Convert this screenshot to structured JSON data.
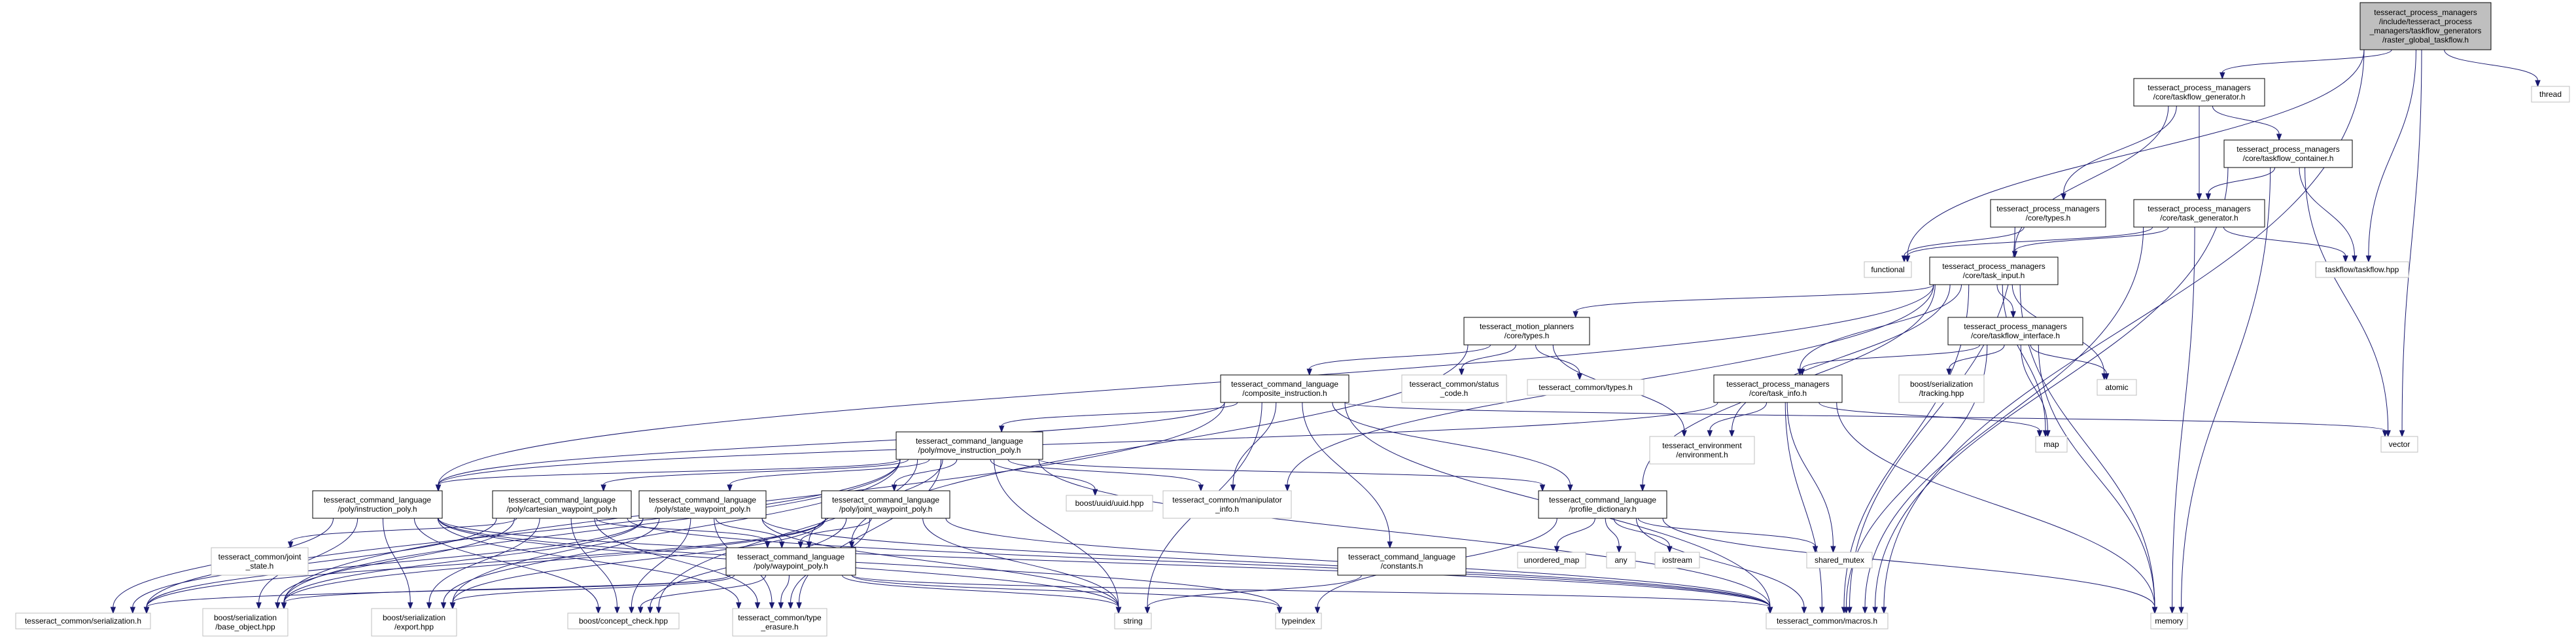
{
  "nodes": [
    {
      "id": "root",
      "lines": [
        "tesseract_process_managers",
        "/include/tesseract_process",
        "_managers/taskflow_generators",
        "/raster_global_taskflow.h"
      ],
      "style": "root"
    },
    {
      "id": "taskflow_generator",
      "lines": [
        "tesseract_process_managers",
        "/core/taskflow_generator.h"
      ],
      "style": "boxed"
    },
    {
      "id": "thread",
      "lines": [
        "thread"
      ],
      "style": "plain"
    },
    {
      "id": "taskflow_container",
      "lines": [
        "tesseract_process_managers",
        "/core/taskflow_container.h"
      ],
      "style": "boxed"
    },
    {
      "id": "core_types",
      "lines": [
        "tesseract_process_managers",
        "/core/types.h"
      ],
      "style": "boxed"
    },
    {
      "id": "task_generator",
      "lines": [
        "tesseract_process_managers",
        "/core/task_generator.h"
      ],
      "style": "boxed"
    },
    {
      "id": "functional",
      "lines": [
        "functional"
      ],
      "style": "plain"
    },
    {
      "id": "task_input",
      "lines": [
        "tesseract_process_managers",
        "/core/task_input.h"
      ],
      "style": "boxed"
    },
    {
      "id": "taskflow_hpp",
      "lines": [
        "taskflow/taskflow.hpp"
      ],
      "style": "plain"
    },
    {
      "id": "motion_types",
      "lines": [
        "tesseract_motion_planners",
        "/core/types.h"
      ],
      "style": "boxed"
    },
    {
      "id": "taskflow_interface",
      "lines": [
        "tesseract_process_managers",
        "/core/taskflow_interface.h"
      ],
      "style": "boxed"
    },
    {
      "id": "status_code",
      "lines": [
        "tesseract_common/status",
        "_code.h"
      ],
      "style": "plain"
    },
    {
      "id": "common_types",
      "lines": [
        "tesseract_common/types.h"
      ],
      "style": "plain"
    },
    {
      "id": "tracking",
      "lines": [
        "boost/serialization",
        "/tracking.hpp"
      ],
      "style": "plain"
    },
    {
      "id": "atomic",
      "lines": [
        "atomic"
      ],
      "style": "plain"
    },
    {
      "id": "composite",
      "lines": [
        "tesseract_command_language",
        "/composite_instruction.h"
      ],
      "style": "boxed"
    },
    {
      "id": "task_info",
      "lines": [
        "tesseract_process_managers",
        "/core/task_info.h"
      ],
      "style": "boxed"
    },
    {
      "id": "vector",
      "lines": [
        "vector"
      ],
      "style": "plain"
    },
    {
      "id": "environment",
      "lines": [
        "tesseract_environment",
        "/environment.h"
      ],
      "style": "plain"
    },
    {
      "id": "map",
      "lines": [
        "map"
      ],
      "style": "plain"
    },
    {
      "id": "move_instruction",
      "lines": [
        "tesseract_command_language",
        "/poly/move_instruction_poly.h"
      ],
      "style": "boxed"
    },
    {
      "id": "uuid",
      "lines": [
        "boost/uuid/uuid.hpp"
      ],
      "style": "plain"
    },
    {
      "id": "manipulator_info",
      "lines": [
        "tesseract_common/manipulator",
        "_info.h"
      ],
      "style": "plain"
    },
    {
      "id": "instruction_poly",
      "lines": [
        "tesseract_command_language",
        "/poly/instruction_poly.h"
      ],
      "style": "boxed"
    },
    {
      "id": "cartesian_waypoint",
      "lines": [
        "tesseract_command_language",
        "/poly/cartesian_waypoint_poly.h"
      ],
      "style": "boxed"
    },
    {
      "id": "state_waypoint",
      "lines": [
        "tesseract_command_language",
        "/poly/state_waypoint_poly.h"
      ],
      "style": "boxed"
    },
    {
      "id": "joint_waypoint",
      "lines": [
        "tesseract_command_language",
        "/poly/joint_waypoint_poly.h"
      ],
      "style": "boxed"
    },
    {
      "id": "profile_dictionary",
      "lines": [
        "tesseract_command_language",
        "/profile_dictionary.h"
      ],
      "style": "boxed"
    },
    {
      "id": "joint_state",
      "lines": [
        "tesseract_common/joint",
        "_state.h"
      ],
      "style": "plain"
    },
    {
      "id": "waypoint_poly",
      "lines": [
        "tesseract_command_language",
        "/poly/waypoint_poly.h"
      ],
      "style": "boxed"
    },
    {
      "id": "constants",
      "lines": [
        "tesseract_command_language",
        "/constants.h"
      ],
      "style": "boxed"
    },
    {
      "id": "unordered_map",
      "lines": [
        "unordered_map"
      ],
      "style": "plain"
    },
    {
      "id": "any",
      "lines": [
        "any"
      ],
      "style": "plain"
    },
    {
      "id": "iostream",
      "lines": [
        "iostream"
      ],
      "style": "plain"
    },
    {
      "id": "shared_mutex",
      "lines": [
        "shared_mutex"
      ],
      "style": "plain"
    },
    {
      "id": "serialization",
      "lines": [
        "tesseract_common/serialization.h"
      ],
      "style": "plain"
    },
    {
      "id": "base_object",
      "lines": [
        "boost/serialization",
        "/base_object.hpp"
      ],
      "style": "plain"
    },
    {
      "id": "export",
      "lines": [
        "boost/serialization",
        "/export.hpp"
      ],
      "style": "plain"
    },
    {
      "id": "concept_check",
      "lines": [
        "boost/concept_check.hpp"
      ],
      "style": "plain"
    },
    {
      "id": "type_erasure",
      "lines": [
        "tesseract_common/type",
        "_erasure.h"
      ],
      "style": "plain"
    },
    {
      "id": "string",
      "lines": [
        "string"
      ],
      "style": "plain"
    },
    {
      "id": "typeindex",
      "lines": [
        "typeindex"
      ],
      "style": "plain"
    },
    {
      "id": "macros",
      "lines": [
        "tesseract_common/macros.h"
      ],
      "style": "plain"
    },
    {
      "id": "memory",
      "lines": [
        "memory"
      ],
      "style": "plain"
    }
  ],
  "edges": [
    [
      "root",
      "taskflow_generator"
    ],
    [
      "root",
      "thread"
    ],
    [
      "root",
      "functional"
    ],
    [
      "root",
      "taskflow_hpp"
    ],
    [
      "root",
      "vector"
    ],
    [
      "root",
      "macros"
    ],
    [
      "taskflow_generator",
      "taskflow_container"
    ],
    [
      "taskflow_generator",
      "core_types"
    ],
    [
      "taskflow_generator",
      "task_generator"
    ],
    [
      "taskflow_generator",
      "task_input"
    ],
    [
      "taskflow_container",
      "task_generator"
    ],
    [
      "taskflow_container",
      "taskflow_hpp"
    ],
    [
      "taskflow_container",
      "vector"
    ],
    [
      "taskflow_container",
      "macros"
    ],
    [
      "taskflow_container",
      "memory"
    ],
    [
      "core_types",
      "functional"
    ],
    [
      "core_types",
      "macros"
    ],
    [
      "task_generator",
      "functional"
    ],
    [
      "task_generator",
      "task_input"
    ],
    [
      "task_generator",
      "taskflow_hpp"
    ],
    [
      "task_generator",
      "macros"
    ],
    [
      "task_generator",
      "memory"
    ],
    [
      "task_input",
      "motion_types"
    ],
    [
      "task_input",
      "taskflow_interface"
    ],
    [
      "task_input",
      "task_info"
    ],
    [
      "task_input",
      "atomic"
    ],
    [
      "task_input",
      "environment"
    ],
    [
      "task_input",
      "map"
    ],
    [
      "task_input",
      "manipulator_info"
    ],
    [
      "task_input",
      "instruction_poly"
    ],
    [
      "task_input",
      "profile_dictionary"
    ],
    [
      "task_input",
      "macros"
    ],
    [
      "task_input",
      "memory"
    ],
    [
      "motion_types",
      "composite"
    ],
    [
      "motion_types",
      "status_code"
    ],
    [
      "motion_types",
      "common_types"
    ],
    [
      "motion_types",
      "environment"
    ],
    [
      "motion_types",
      "waypoint_poly"
    ],
    [
      "taskflow_interface",
      "task_info"
    ],
    [
      "taskflow_interface",
      "tracking"
    ],
    [
      "taskflow_interface",
      "atomic"
    ],
    [
      "taskflow_interface",
      "map"
    ],
    [
      "taskflow_interface",
      "macros"
    ],
    [
      "taskflow_interface",
      "memory"
    ],
    [
      "composite",
      "move_instruction"
    ],
    [
      "composite",
      "manipulator_info"
    ],
    [
      "composite",
      "instruction_poly"
    ],
    [
      "composite",
      "profile_dictionary"
    ],
    [
      "composite",
      "constants"
    ],
    [
      "composite",
      "vector"
    ],
    [
      "composite",
      "string"
    ],
    [
      "composite",
      "base_object"
    ],
    [
      "composite",
      "macros"
    ],
    [
      "task_info",
      "environment"
    ],
    [
      "task_info",
      "map"
    ],
    [
      "task_info",
      "shared_mutex"
    ],
    [
      "task_info",
      "macros"
    ],
    [
      "task_info",
      "memory"
    ],
    [
      "task_info",
      "instruction_poly"
    ],
    [
      "move_instruction",
      "uuid"
    ],
    [
      "move_instruction",
      "manipulator_info"
    ],
    [
      "move_instruction",
      "instruction_poly"
    ],
    [
      "move_instruction",
      "cartesian_waypoint"
    ],
    [
      "move_instruction",
      "state_waypoint"
    ],
    [
      "move_instruction",
      "joint_waypoint"
    ],
    [
      "move_instruction",
      "waypoint_poly"
    ],
    [
      "move_instruction",
      "profile_dictionary"
    ],
    [
      "move_instruction",
      "serialization"
    ],
    [
      "move_instruction",
      "base_object"
    ],
    [
      "move_instruction",
      "export"
    ],
    [
      "move_instruction",
      "concept_check"
    ],
    [
      "move_instruction",
      "type_erasure"
    ],
    [
      "move_instruction",
      "string"
    ],
    [
      "move_instruction",
      "macros"
    ],
    [
      "instruction_poly",
      "serialization"
    ],
    [
      "instruction_poly",
      "base_object"
    ],
    [
      "instruction_poly",
      "export"
    ],
    [
      "instruction_poly",
      "concept_check"
    ],
    [
      "instruction_poly",
      "type_erasure"
    ],
    [
      "instruction_poly",
      "string"
    ],
    [
      "instruction_poly",
      "typeindex"
    ],
    [
      "instruction_poly",
      "macros"
    ],
    [
      "cartesian_waypoint",
      "joint_state"
    ],
    [
      "cartesian_waypoint",
      "waypoint_poly"
    ],
    [
      "cartesian_waypoint",
      "serialization"
    ],
    [
      "cartesian_waypoint",
      "base_object"
    ],
    [
      "cartesian_waypoint",
      "export"
    ],
    [
      "cartesian_waypoint",
      "concept_check"
    ],
    [
      "cartesian_waypoint",
      "type_erasure"
    ],
    [
      "cartesian_waypoint",
      "macros"
    ],
    [
      "state_waypoint",
      "waypoint_poly"
    ],
    [
      "state_waypoint",
      "serialization"
    ],
    [
      "state_waypoint",
      "base_object"
    ],
    [
      "state_waypoint",
      "export"
    ],
    [
      "state_waypoint",
      "concept_check"
    ],
    [
      "state_waypoint",
      "type_erasure"
    ],
    [
      "state_waypoint",
      "string"
    ],
    [
      "state_waypoint",
      "macros"
    ],
    [
      "joint_waypoint",
      "waypoint_poly"
    ],
    [
      "joint_waypoint",
      "serialization"
    ],
    [
      "joint_waypoint",
      "base_object"
    ],
    [
      "joint_waypoint",
      "export"
    ],
    [
      "joint_waypoint",
      "concept_check"
    ],
    [
      "joint_waypoint",
      "type_erasure"
    ],
    [
      "joint_waypoint",
      "string"
    ],
    [
      "joint_waypoint",
      "macros"
    ],
    [
      "profile_dictionary",
      "unordered_map"
    ],
    [
      "profile_dictionary",
      "any"
    ],
    [
      "profile_dictionary",
      "iostream"
    ],
    [
      "profile_dictionary",
      "shared_mutex"
    ],
    [
      "profile_dictionary",
      "typeindex"
    ],
    [
      "profile_dictionary",
      "macros"
    ],
    [
      "profile_dictionary",
      "memory"
    ],
    [
      "waypoint_poly",
      "serialization"
    ],
    [
      "waypoint_poly",
      "base_object"
    ],
    [
      "waypoint_poly",
      "export"
    ],
    [
      "waypoint_poly",
      "concept_check"
    ],
    [
      "waypoint_poly",
      "type_erasure"
    ],
    [
      "waypoint_poly",
      "typeindex"
    ],
    [
      "waypoint_poly",
      "macros"
    ],
    [
      "waypoint_poly",
      "string"
    ],
    [
      "constants",
      "string"
    ]
  ]
}
